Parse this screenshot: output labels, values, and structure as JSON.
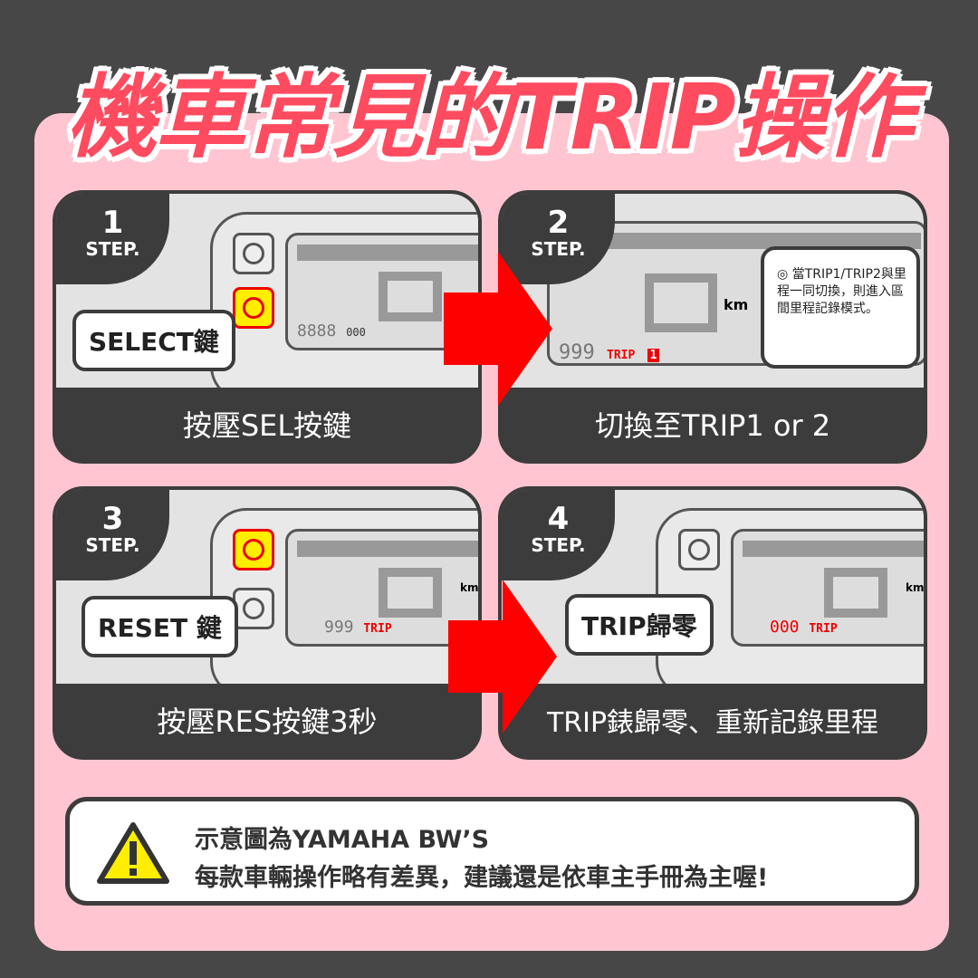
{
  "title": "機車常見的TRIP操作",
  "steps": [
    {
      "number": "1",
      "label": "STEP.",
      "caption": "按壓SEL按鍵",
      "bubble": "SELECT鍵",
      "digits": "8888",
      "odo": "000"
    },
    {
      "number": "2",
      "label": "STEP.",
      "caption": "切換至TRIP1 or 2",
      "digits": "999",
      "trip": "TRIP",
      "trip_num": "1",
      "unit": "km"
    },
    {
      "number": "3",
      "label": "STEP.",
      "caption": "按壓RES按鍵3秒",
      "bubble": "RESET 鍵",
      "digits": "999",
      "trip": "TRIP",
      "unit": "km/h"
    },
    {
      "number": "4",
      "label": "STEP.",
      "caption": "TRIP錶歸零、重新記錄里程",
      "bubble": "TRIP歸零",
      "digits": "000",
      "trip": "TRIP",
      "unit": "km/h"
    }
  ],
  "buttons": {
    "res": "RES",
    "sel": "SEL"
  },
  "note": "◎ 當TRIP1/TRIP2與里程一同切換，則進入區間里程記錄模式。",
  "notice": {
    "line1": "示意圖為YAMAHA BW’S",
    "line2": "每款車輛操作略有差異，建議還是依車主手冊為主喔!",
    "icon": "warning-icon"
  },
  "colors": {
    "background": "#474747",
    "panel_bg": "#ffc6d2",
    "title": "#ff4b5f",
    "arrow": "#ff0000",
    "highlight": "#ffee00"
  }
}
